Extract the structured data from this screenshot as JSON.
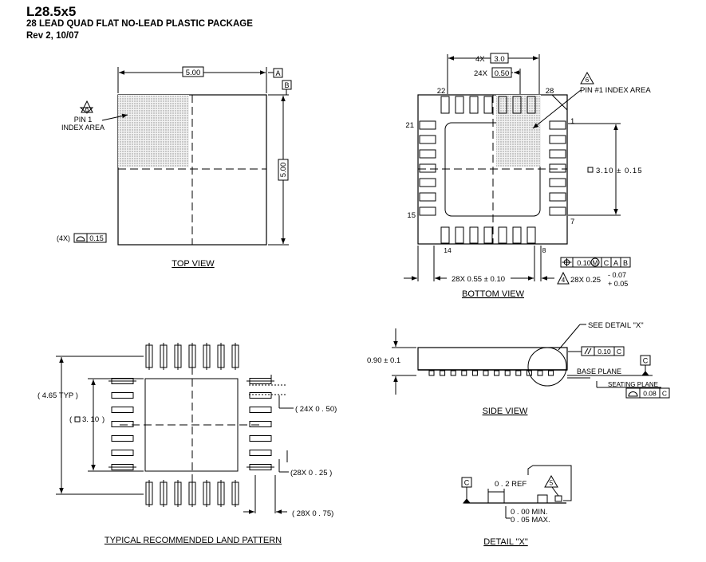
{
  "header": {
    "title": "L28.5x5",
    "subtitle": "28 LEAD  QUAD FLAT NO-LEAD PLASTIC PACKAGE",
    "revision": "Rev 2, 10/07"
  },
  "top_view": {
    "caption": "TOP VIEW",
    "width_dim": "5.00",
    "height_dim": "5.00",
    "datum_a": "A",
    "datum_b": "B",
    "note_num": "6",
    "pin1_line1": "PIN 1",
    "pin1_line2": "INDEX AREA",
    "flatness_count": "(4X)",
    "flatness_value": "0.15"
  },
  "bottom_view": {
    "caption": "BOTTOM VIEW",
    "pitch_count": "4X",
    "pitch_value": "3.0",
    "lead_width_count": "24X",
    "lead_width_value": "0.50",
    "note_num": "6",
    "pin1_label": "PIN #1 INDEX AREA",
    "pin_22": "22",
    "pin_28": "28",
    "pin_21": "21",
    "pin_1": "1",
    "pin_15": "15",
    "pin_7": "7",
    "pin_14": "14",
    "pin_8": "8",
    "pad_dim": "3.10 ± 0.15",
    "tol_value": "0.10",
    "tol_m": "M",
    "tol_c": "C",
    "tol_a": "A",
    "tol_b": "B",
    "lead_length": "28X  0.55 ± 0.10",
    "note4": "4",
    "lead_w2": "28X  0.25",
    "tol_minus": "- 0.07",
    "tol_plus": "+ 0.05"
  },
  "side_view": {
    "caption": "SIDE VIEW",
    "see_detail": "SEE DETAIL \"X\"",
    "height": "0.90 ± 0.1",
    "parallel_value": "0.10",
    "parallel_datum": "C",
    "datum_c": "C",
    "base_plane": "BASE PLANE",
    "seating_plane": "SEATING PLANE",
    "coplanarity_value": "0.08",
    "coplanarity_datum": "C"
  },
  "land_pattern": {
    "caption": "TYPICAL RECOMMENDED LAND PATTERN",
    "overall": "( 4.65 TYP )",
    "pad_size": "3. 10",
    "pad_bracket_open": "(",
    "pad_bracket_close": ")",
    "pitch": "( 24X  0 . 50)",
    "width": "(28X  0 . 25 )",
    "length": "( 28X  0 . 75)"
  },
  "detail_x": {
    "caption": "DETAIL \"X\"",
    "datum_c": "C",
    "ref": "0 . 2 REF",
    "note_num": "5",
    "min": "0 . 00 MIN.",
    "max": "0 . 05 MAX."
  }
}
